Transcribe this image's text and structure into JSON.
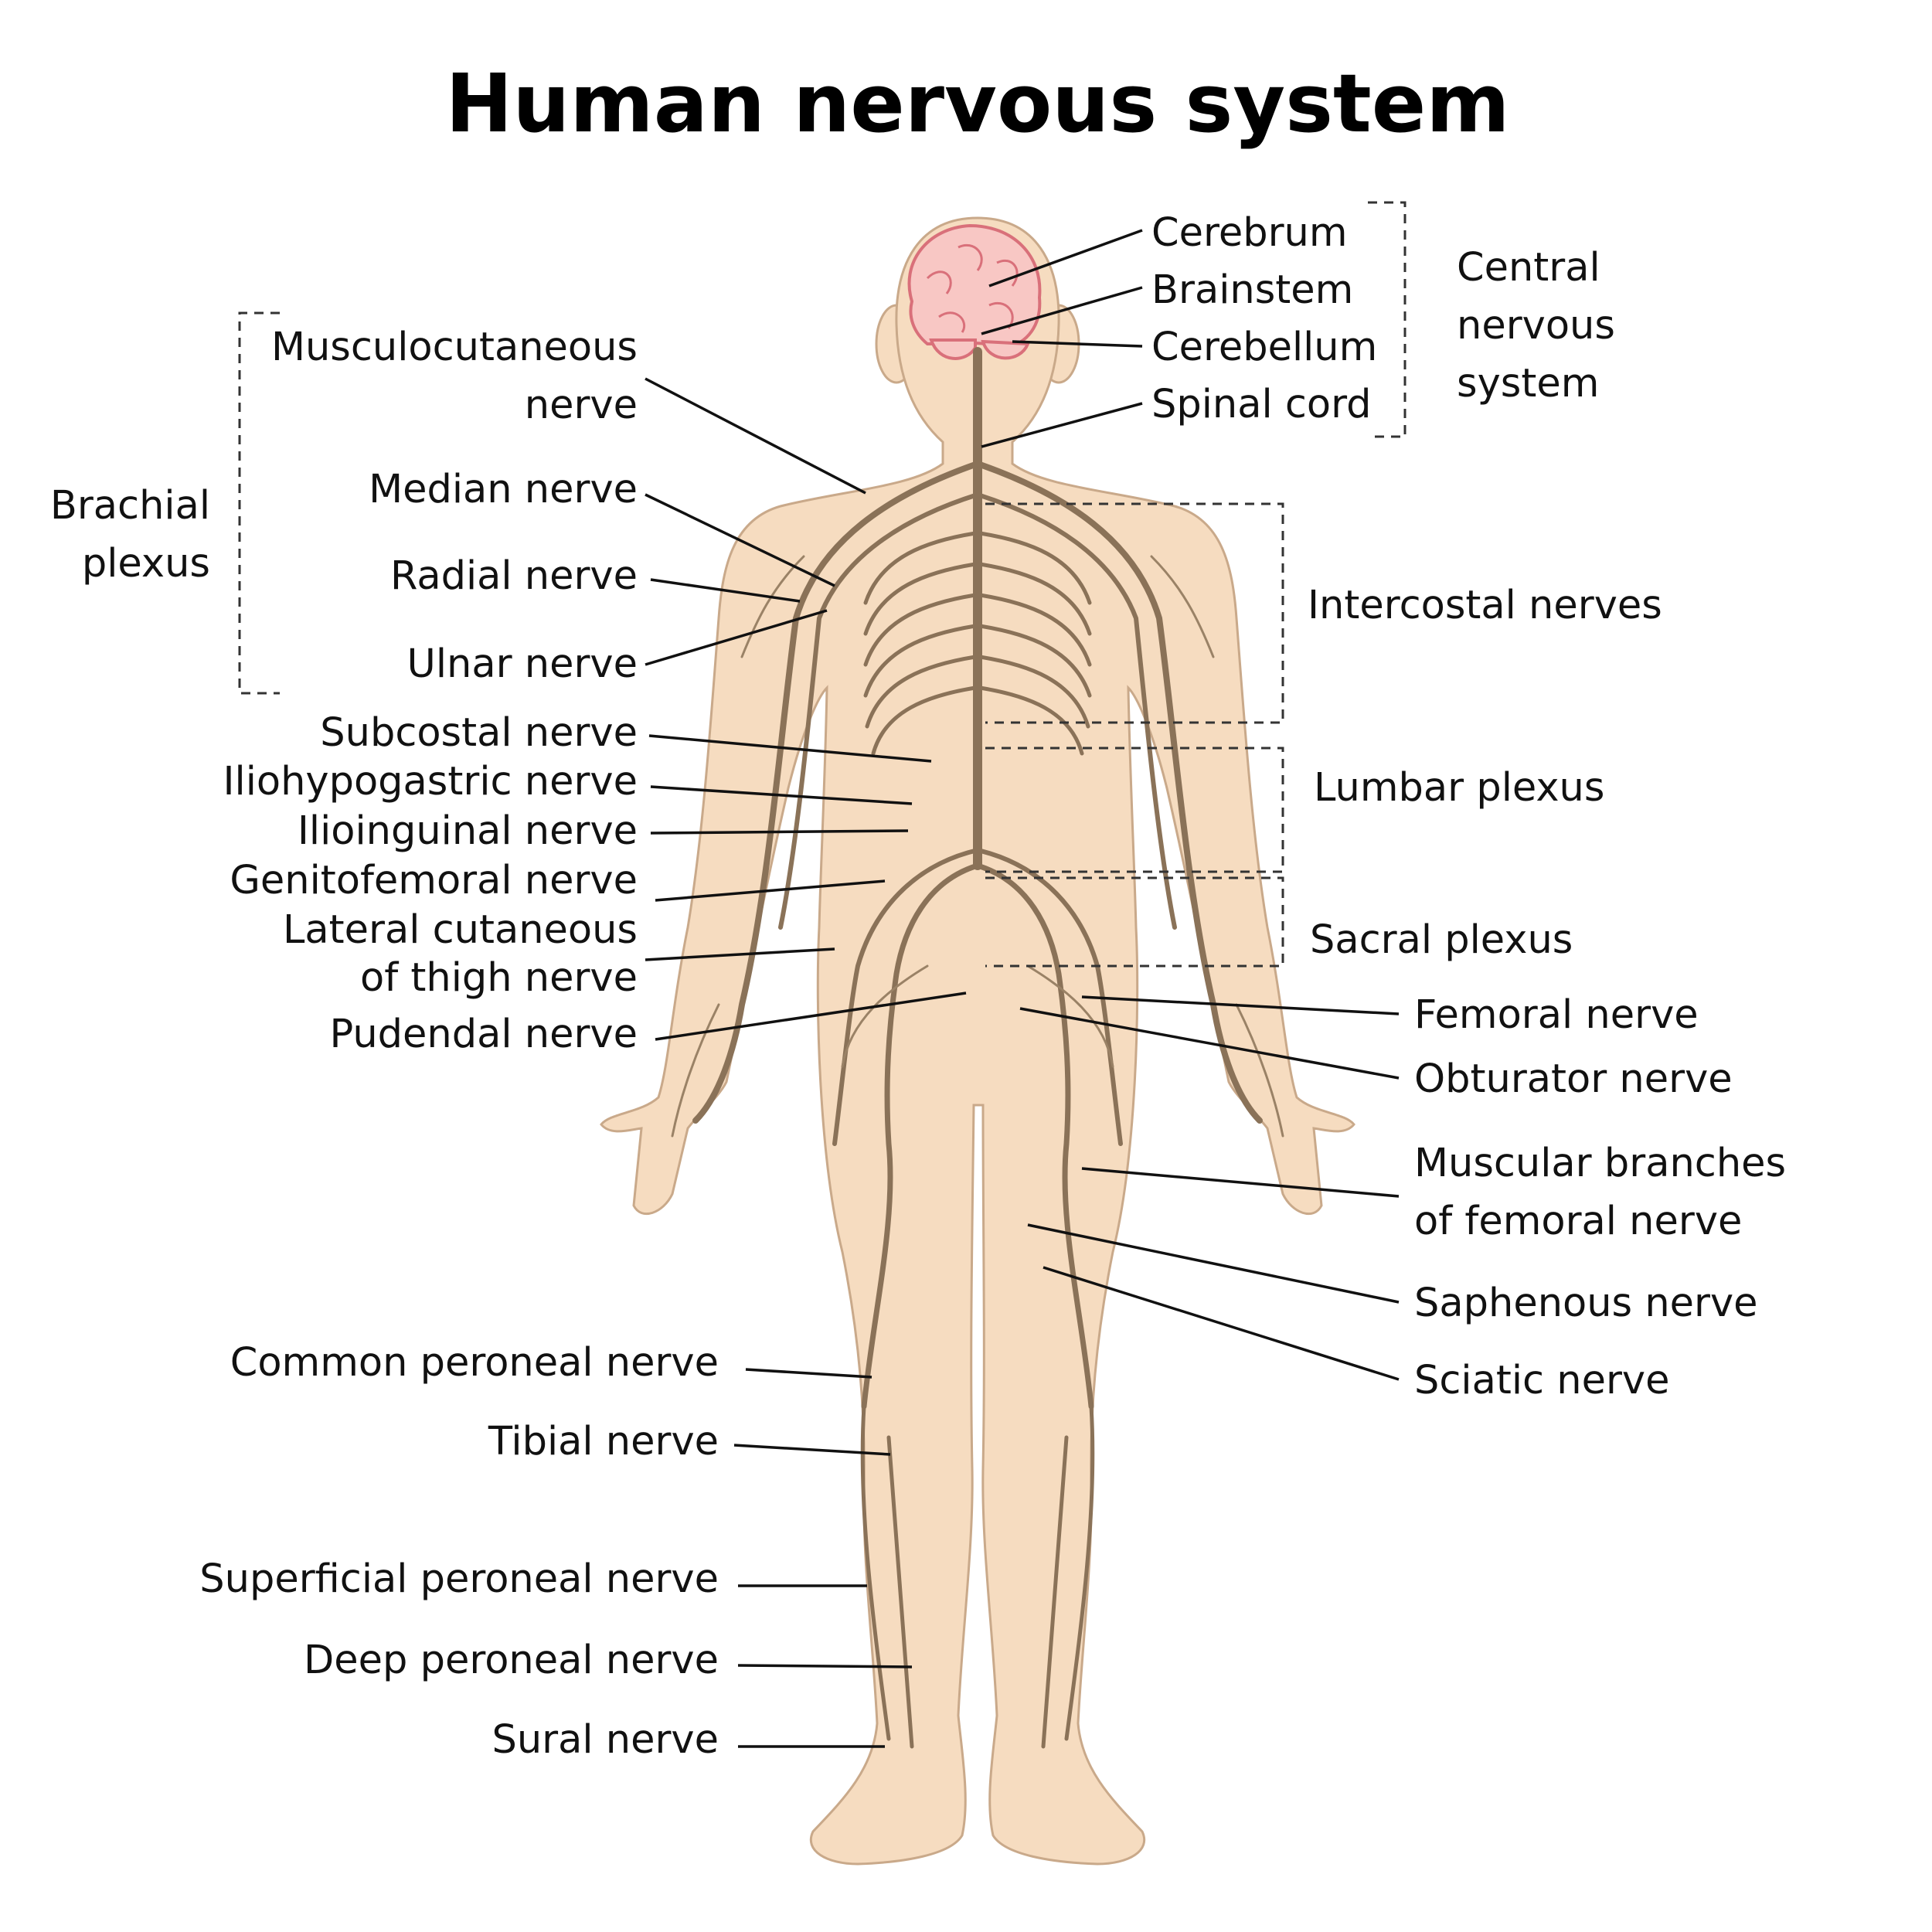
{
  "title": "Human nervous system",
  "colors": {
    "skin": "#f6dcc0",
    "skin_outline": "#c9a98a",
    "nerve": "#8a7258",
    "brain": "#f8c7c4",
    "brain_outline": "#d9707a",
    "text": "#111111"
  },
  "groups": {
    "central": [
      "Central",
      "nervous",
      "system"
    ],
    "brachial": [
      "Brachial",
      "plexus"
    ],
    "intercostal": "Intercostal nerves",
    "lumbar": "Lumbar plexus",
    "sacral": "Sacral plexus"
  },
  "labels": {
    "cerebrum": "Cerebrum",
    "brainstem": "Brainstem",
    "cerebellum": "Cerebellum",
    "spinal_cord": "Spinal cord",
    "musculocutaneous": [
      "Musculocutaneous",
      "nerve"
    ],
    "median": "Median nerve",
    "radial": "Radial nerve",
    "ulnar": "Ulnar nerve",
    "subcostal": "Subcostal nerve",
    "iliohypogastric": "Iliohypogastric nerve",
    "ilioinguinal": "Ilioinguinal nerve",
    "genitofemoral": "Genitofemoral nerve",
    "lateral_cutaneous": [
      "Lateral cutaneous",
      "of thigh nerve"
    ],
    "pudendal": "Pudendal nerve",
    "femoral": "Femoral nerve",
    "obturator": "Obturator nerve",
    "muscular_branches": [
      "Muscular branches",
      "of femoral nerve"
    ],
    "saphenous": "Saphenous nerve",
    "sciatic": "Sciatic nerve",
    "common_peroneal": "Common peroneal nerve",
    "tibial": "Tibial nerve",
    "superficial_peroneal": "Superficial peroneal nerve",
    "deep_peroneal": "Deep peroneal nerve",
    "sural": "Sural nerve"
  }
}
